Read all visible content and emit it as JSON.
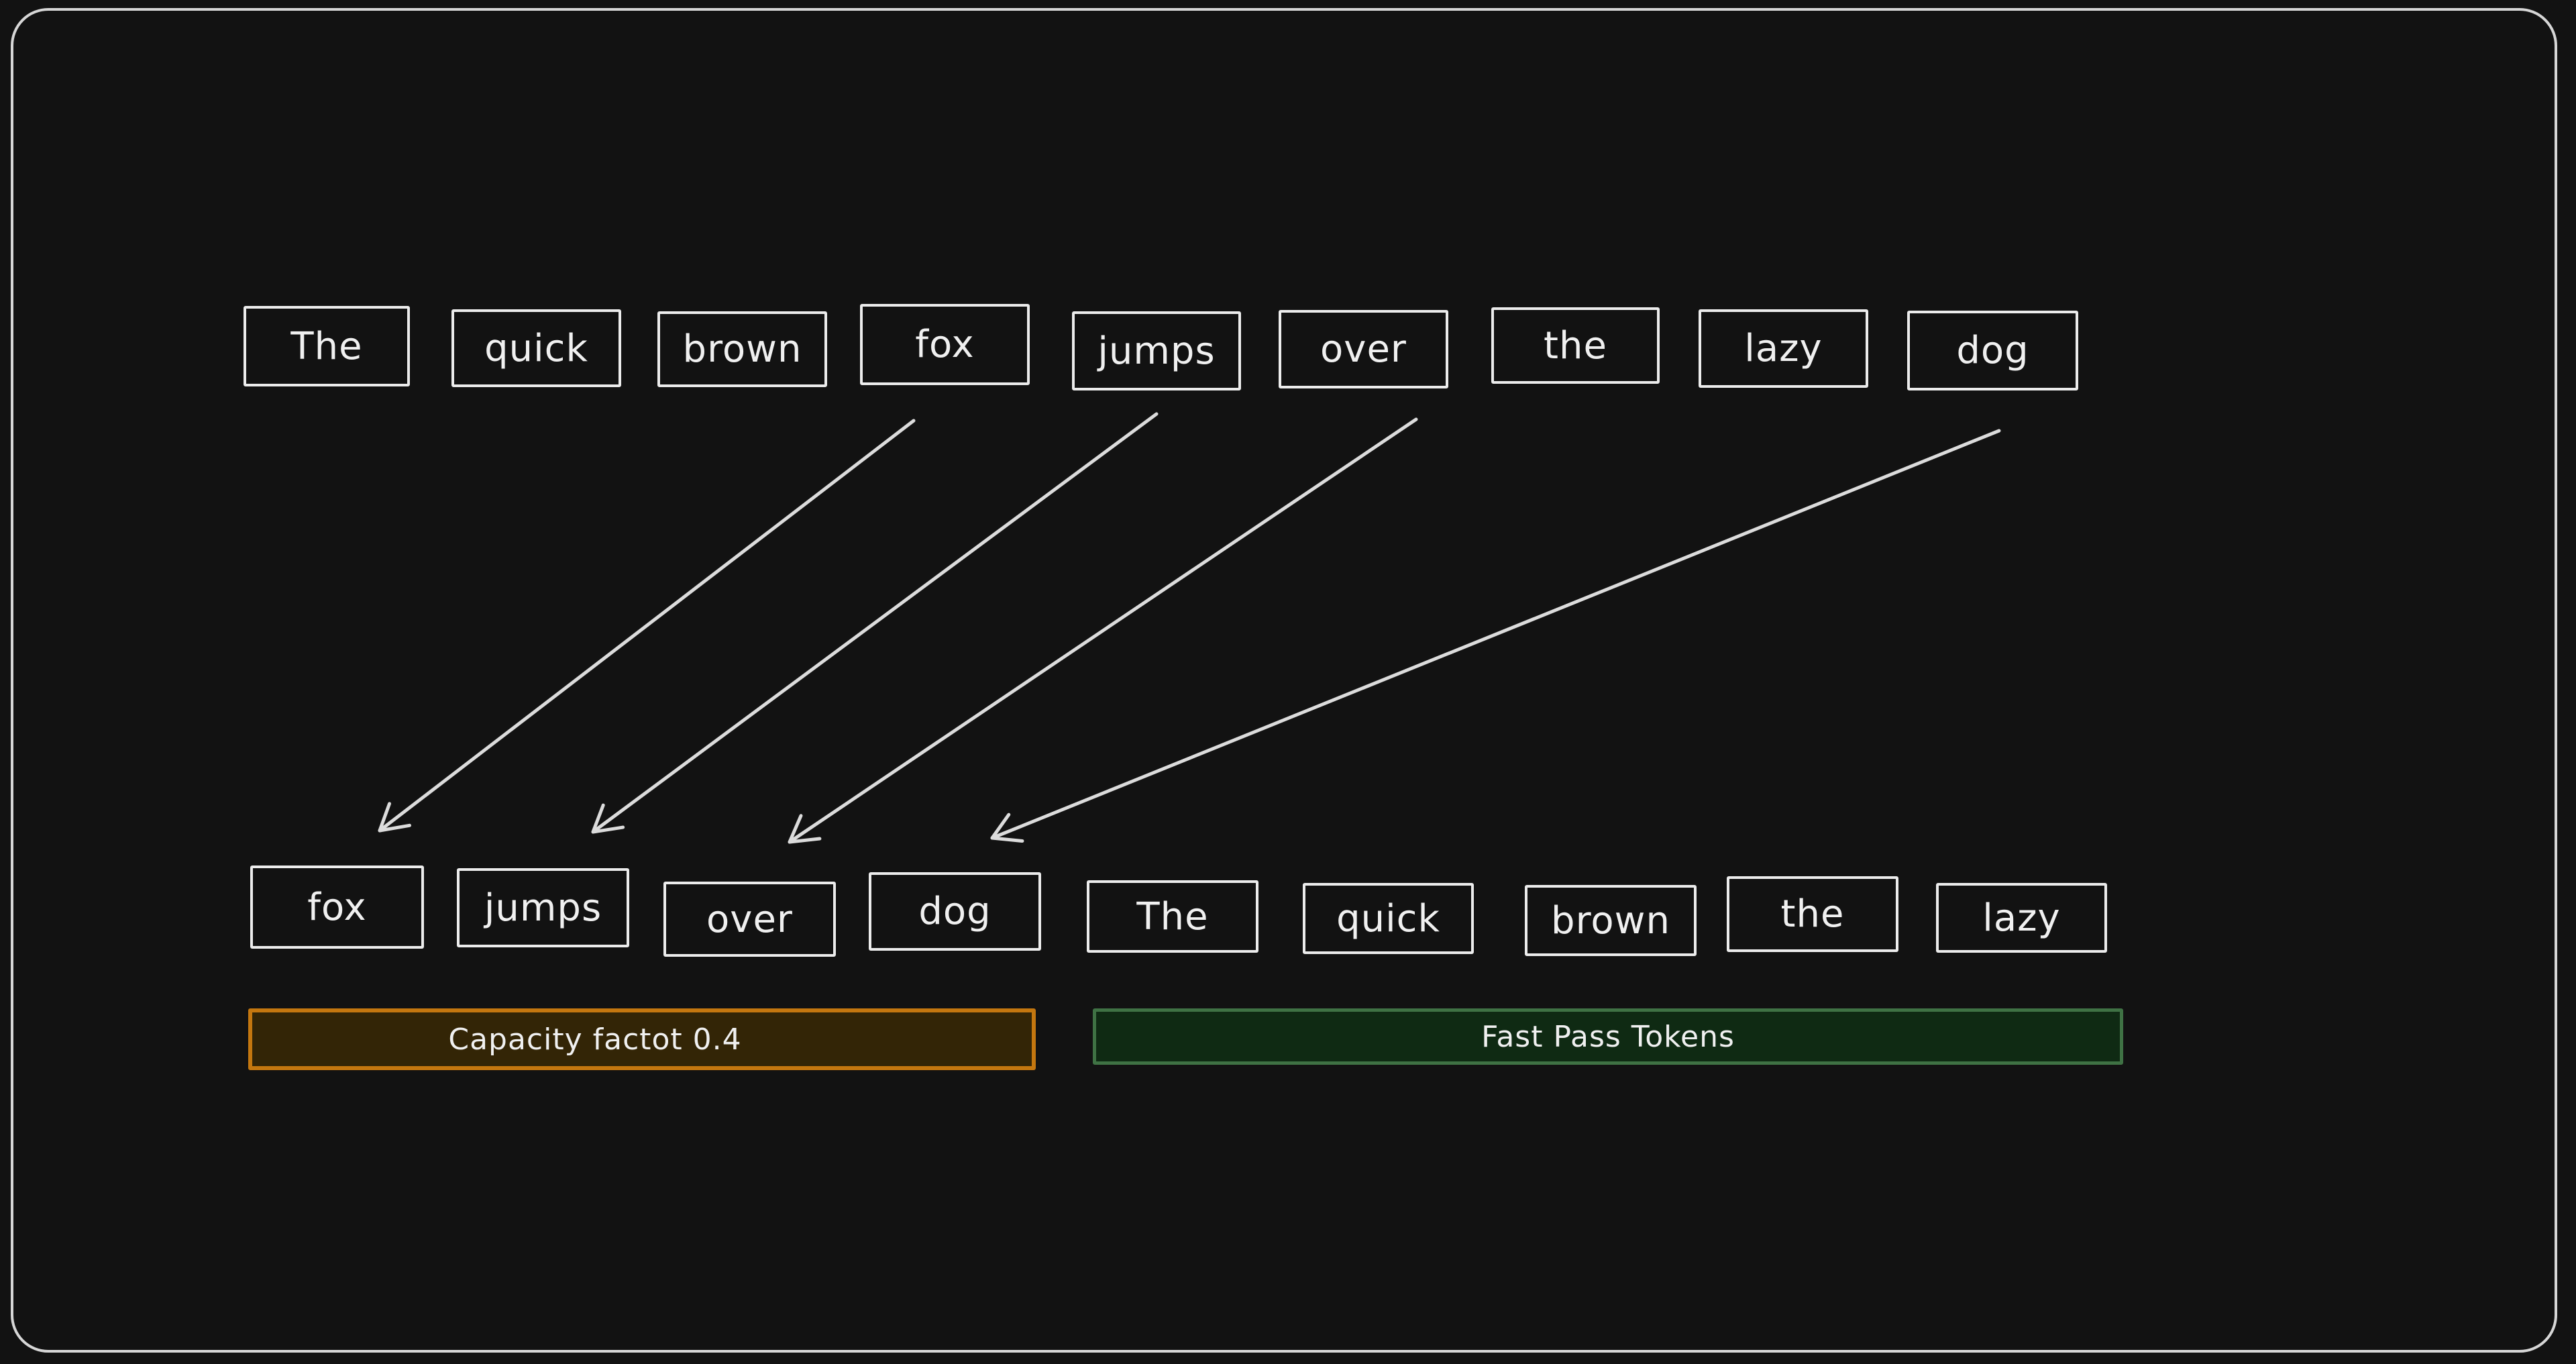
{
  "colors": {
    "background": "#121212",
    "frame": "#d6d6d6",
    "token_stroke": "#ececec",
    "token_text": "#f0f0f0",
    "arrow": "#dcdcdc",
    "capacity_border": "#c4770f",
    "capacity_fill": "#332506",
    "fastpass_border": "#3f7244",
    "fastpass_fill": "#0f2a13"
  },
  "top_row": [
    "The",
    "quick",
    "brown",
    "fox",
    "jumps",
    "over",
    "the",
    "lazy",
    "dog"
  ],
  "bottom_row": [
    "fox",
    "jumps",
    "over",
    "dog",
    "The",
    "quick",
    "brown",
    "the",
    "lazy"
  ],
  "bars": {
    "capacity_label": "Capacity factot 0.4",
    "fastpass_label": "Fast Pass Tokens"
  },
  "arrows": [
    {
      "from": "fox",
      "to": "fox"
    },
    {
      "from": "jumps",
      "to": "jumps"
    },
    {
      "from": "over",
      "to": "over"
    },
    {
      "from": "dog",
      "to": "dog"
    }
  ]
}
